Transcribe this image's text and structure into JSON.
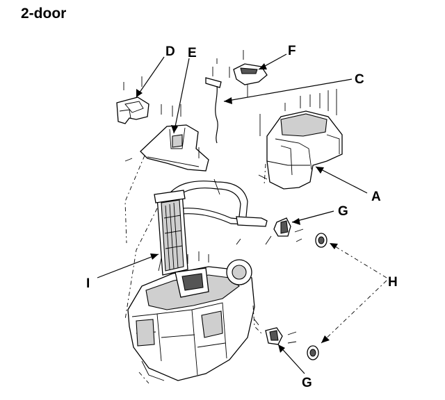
{
  "title": "2-door",
  "callouts": {
    "A": "A",
    "C": "C",
    "D": "D",
    "E": "E",
    "F": "F",
    "G_upper": "G",
    "G_lower": "G",
    "H": "H",
    "I": "I"
  }
}
